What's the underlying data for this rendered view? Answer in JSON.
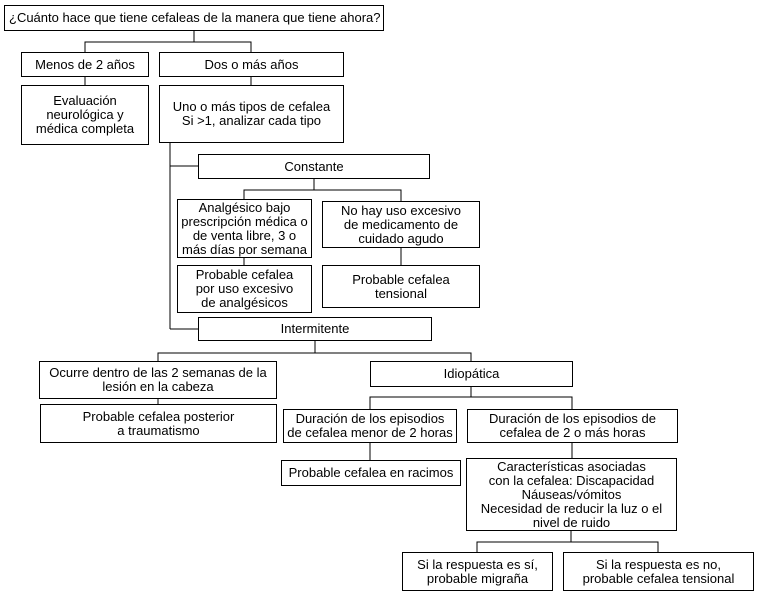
{
  "diagram": {
    "type": "flowchart",
    "language": "es",
    "topic": "Algoritmo diagnóstico de cefaleas"
  },
  "colors": {
    "background": "#ffffff",
    "box_fill": "#ffffff",
    "box_border": "#000000",
    "line": "#000000",
    "text": "#000000"
  },
  "nodes": {
    "title": {
      "label": "¿Cuánto hace que tiene cefaleas de la manera que tiene ahora?"
    },
    "menos2": {
      "label": "Menos de 2 años"
    },
    "dos_mas": {
      "label": "Dos o más años"
    },
    "evaluacion": {
      "label": "Evaluación\nneurológica y\nmédica completa"
    },
    "uno_mas": {
      "label": "Uno o más tipos de cefalea\nSi >1, analizar cada tipo"
    },
    "constante": {
      "label": "Constante"
    },
    "analgesico": {
      "label": "Analgésico bajo\nprescripción médica o\nde venta libre, 3 o\nmás días por semana"
    },
    "no_excesivo": {
      "label": "No hay uso excesivo\nde medicamento de\ncuidado agudo"
    },
    "prob_uso_excesivo": {
      "label": "Probable cefalea\npor uso excesivo\nde analgésicos"
    },
    "prob_tensional": {
      "label": "Probable cefalea\ntensional"
    },
    "intermitente": {
      "label": "Intermitente"
    },
    "ocurre_lesion": {
      "label": "Ocurre dentro de las 2 semanas de la\nlesión en la cabeza"
    },
    "idiopatica": {
      "label": "Idiopática"
    },
    "prob_postraumatica": {
      "label": "Probable cefalea posterior\na traumatismo"
    },
    "dur_menor_2h": {
      "label": "Duración de los episodios\nde cefalea menor de 2 horas"
    },
    "dur_2h_mas": {
      "label": "Duración de los episodios de\ncefalea de 2 o más horas"
    },
    "prob_racimos": {
      "label": "Probable cefalea en racimos"
    },
    "caracteristicas": {
      "label": "Características asociadas\ncon la cefalea: Discapacidad\nNáuseas/vómitos\nNecesidad de reducir la luz o el\nnivel de ruido"
    },
    "resp_si": {
      "label": "Si la respuesta es sí,\nprobable migraña"
    },
    "resp_no": {
      "label": "Si la respuesta es no,\nprobable cefalea tensional"
    }
  }
}
